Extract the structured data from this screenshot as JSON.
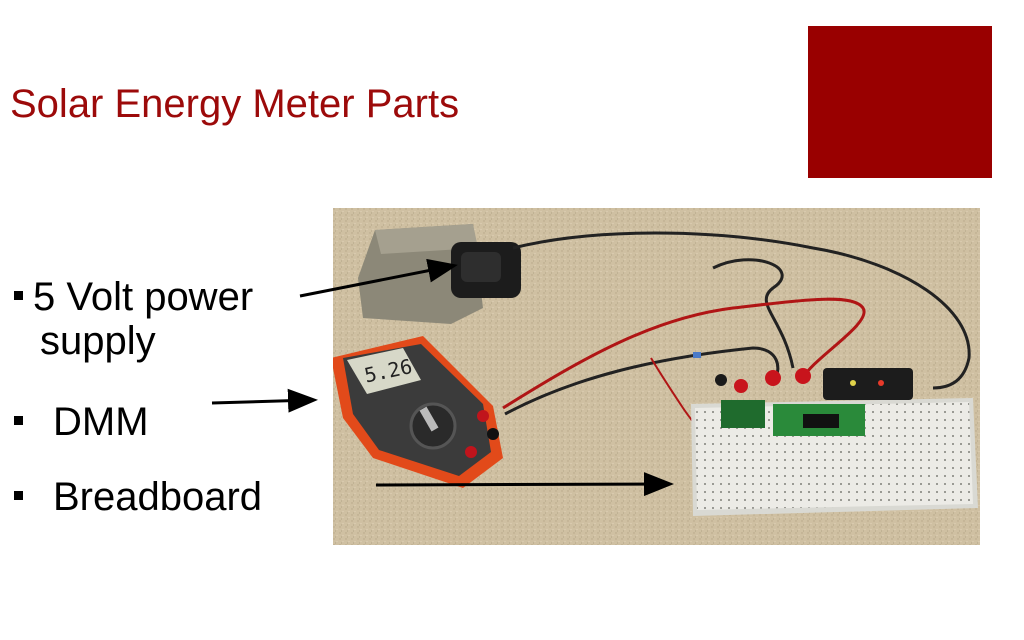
{
  "slide": {
    "title": "Solar Energy Meter Parts",
    "accent_color": "#990000",
    "bullets": [
      {
        "line1": "5 Volt power",
        "line2": "supply"
      },
      {
        "line1": "DMM"
      },
      {
        "line1": "Breadboard"
      }
    ],
    "photo": {
      "meter_reading": "5.26"
    }
  }
}
